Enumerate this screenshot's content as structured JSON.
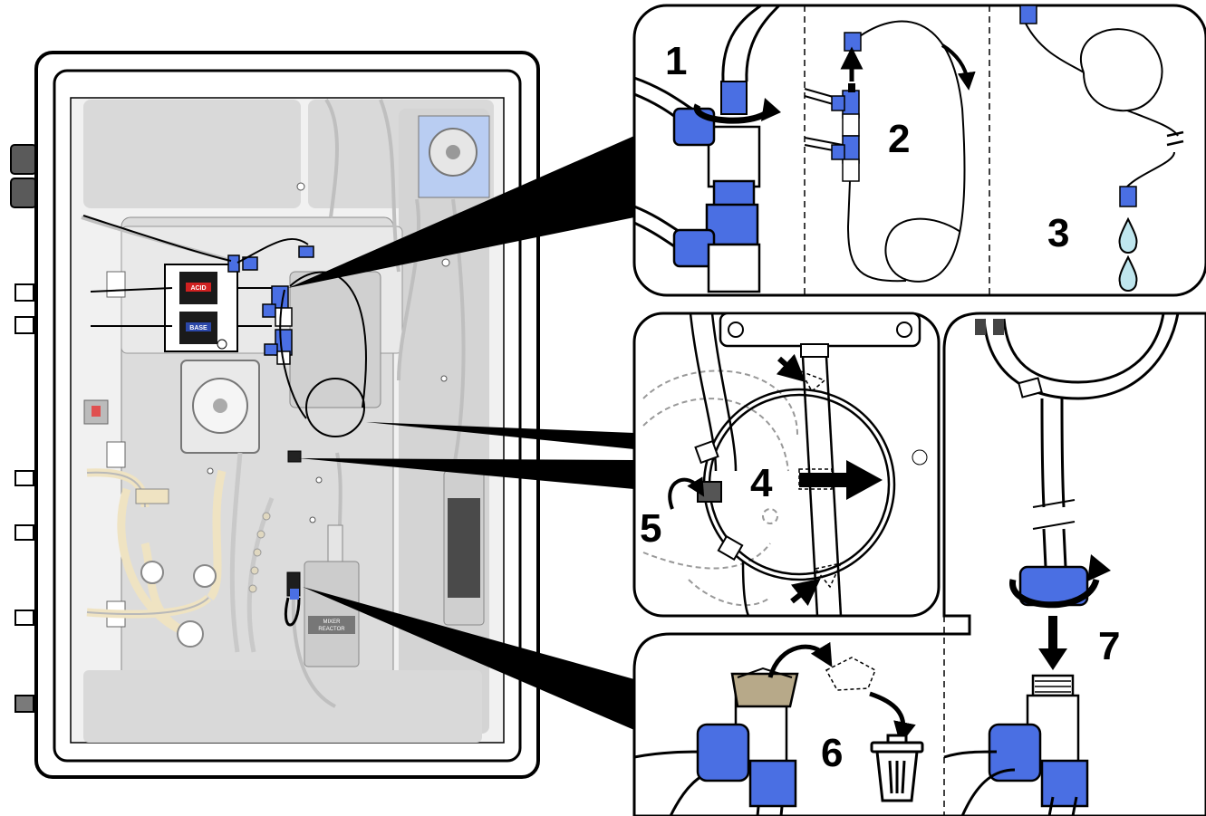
{
  "colors": {
    "tube_fitting": "#4a6fe3",
    "fitting_dark": "#2b47a8",
    "panel_gray": "#d9d9d9",
    "reagent_tube": "#efe3c2",
    "water_drop": "#bfe6ee",
    "used_cap": "#b7a989"
  },
  "icons": [
    "trash-icon",
    "water-drop-icon",
    "rotate-arrow-icon",
    "arrow-icon"
  ],
  "analyzer": {
    "acid_label": "ACID",
    "base_label": "BASE",
    "mixer_label_line1": "MIXER",
    "mixer_label_line2": "REACTOR"
  },
  "steps": [
    {
      "number": "1"
    },
    {
      "number": "2"
    },
    {
      "number": "3"
    },
    {
      "number": "4"
    },
    {
      "number": "5"
    },
    {
      "number": "6"
    },
    {
      "number": "7"
    }
  ]
}
